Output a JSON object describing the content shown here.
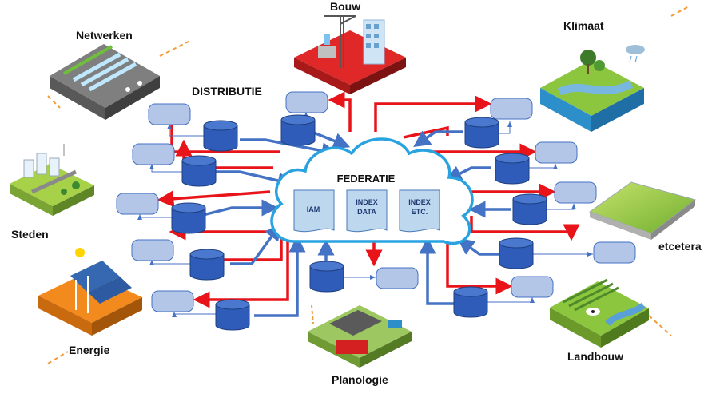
{
  "labels": {
    "bouw": "Bouw",
    "netwerken": "Netwerken",
    "klimaat": "Klimaat",
    "distributie": "DISTRIBUTIE",
    "steden": "Steden",
    "energie": "Energie",
    "planologie": "Planologie",
    "landbouw": "Landbouw",
    "etcetera": "etcetera"
  },
  "federatie": {
    "title": "FEDERATIE",
    "docs": [
      {
        "lines": [
          "IAM"
        ]
      },
      {
        "lines": [
          "INDEX",
          "DATA"
        ]
      },
      {
        "lines": [
          "INDEX",
          "ETC."
        ]
      }
    ]
  },
  "colors": {
    "push_arrow": "#e8141a",
    "pull_arrow": "#4472c4",
    "cloud_stroke": "#29a3e0",
    "node_fill": "#b4c6e7",
    "db_fill": "#2e5cb8"
  }
}
